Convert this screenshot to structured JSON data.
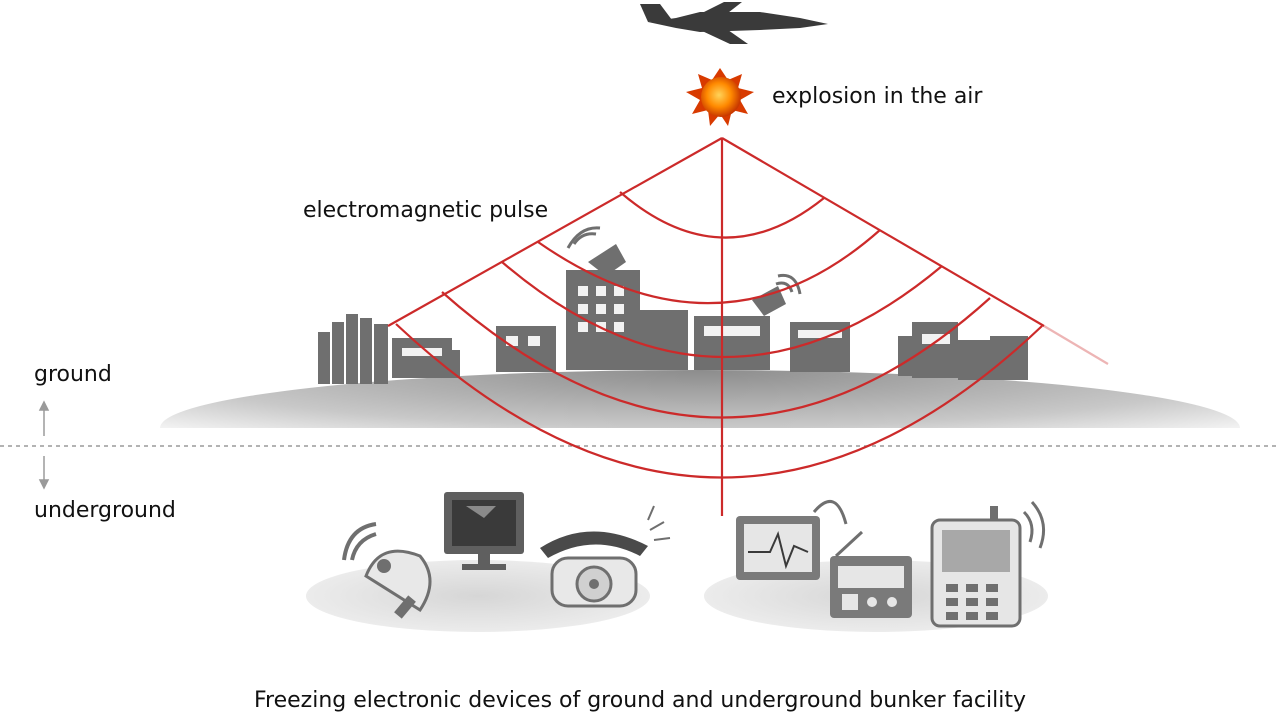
{
  "labels": {
    "explosion": "explosion in the air",
    "emp": "electromagnetic pulse",
    "ground": "ground",
    "underground": "underground",
    "caption": "Freezing electronic devices of ground and underground bunker facility"
  },
  "colors": {
    "pulse": "#cc2a2a",
    "building": "#707070",
    "ground_fill": "#b5b5b5",
    "explosion_core": "#ff8a00",
    "explosion_edge": "#d83a00"
  },
  "icons": [
    "fighter-jet-icon",
    "explosion-icon",
    "city-skyline-icon",
    "satellite-dish-icon",
    "computer-monitor-icon",
    "telephone-icon",
    "heart-monitor-icon",
    "radio-icon",
    "mobile-phone-icon"
  ]
}
